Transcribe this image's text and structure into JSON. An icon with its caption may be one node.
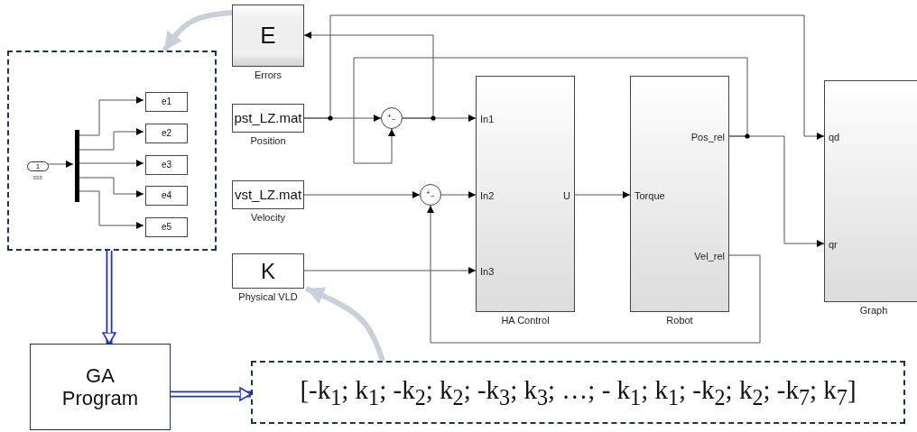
{
  "diagram": {
    "nodes": [
      {
        "text": [],
        "shape": "box"
      },
      {
        "text": [
          "1"
        ],
        "beside": [
          "sse"
        ],
        "in": 0
      },
      {
        "text": [],
        "shape": "bar",
        "in": 0
      },
      {
        "text": [
          "e1"
        ],
        "in": 0
      },
      {
        "text": [
          "e2"
        ],
        "in": 0
      },
      {
        "text": [
          "e3"
        ],
        "in": 0
      },
      {
        "text": [
          "e4"
        ],
        "in": 0
      },
      {
        "text": [
          "e5"
        ],
        "in": 0
      },
      {
        "text": [
          "E"
        ],
        "beside": [
          "Errors"
        ]
      },
      {
        "text": [
          "pst_LZ.mat"
        ],
        "beside": [
          "Position"
        ]
      },
      {
        "text": [
          "vst_LZ.mat"
        ],
        "beside": [
          "Velocity"
        ]
      },
      {
        "text": [
          "K"
        ],
        "beside": [
          "Physical VLD"
        ]
      },
      {
        "text": [
          "+",
          "−"
        ]
      },
      {
        "text": [
          "+",
          "−"
        ]
      },
      {
        "text": [
          "In1",
          "In2",
          "In3",
          "U"
        ],
        "beside": [
          "HA Control"
        ]
      },
      {
        "text": [
          "Torque",
          "Pos_rel",
          "Vel_rel"
        ],
        "beside": [
          "Robot"
        ]
      },
      {
        "text": [
          "qd",
          "qr"
        ],
        "beside": [
          "Graph"
        ]
      },
      {
        "text": [
          "GA Program"
        ]
      },
      {
        "text": [
          "[-k$_{1}$; k$_{1}$; -k$_{2}$; k$_{2}$; -k$_{3}$; k$_{3}$; …;  - k$_{1}$; k$_{1}$; -k$_{2}$; k$_{2}$; -k$_{7}$; k$_{7}$]"
        ]
      }
    ],
    "edges": [
      {
        "from": 1,
        "to": 2,
        "arrow": "to"
      },
      {
        "from": 2,
        "to": 3,
        "arrow": "to"
      },
      {
        "from": 2,
        "to": 4,
        "arrow": "to"
      },
      {
        "from": 2,
        "to": 5,
        "arrow": "to"
      },
      {
        "from": 2,
        "to": 6,
        "arrow": "to"
      },
      {
        "from": 2,
        "to": 7,
        "arrow": "to"
      },
      {
        "from": 9,
        "to": 12,
        "arrow": "to"
      },
      {
        "from": 12,
        "to": 14,
        "arrow": "to"
      },
      {
        "from": 12,
        "to": 8,
        "arrow": "to"
      },
      {
        "from": 9,
        "to": 16,
        "arrow": "to"
      },
      {
        "from": 15,
        "to": 12,
        "arrow": "to"
      },
      {
        "from": 15,
        "to": 16,
        "arrow": "to"
      },
      {
        "from": 10,
        "to": 13,
        "arrow": "to"
      },
      {
        "from": 13,
        "to": 14,
        "arrow": "to"
      },
      {
        "from": 11,
        "to": 14,
        "arrow": "to"
      },
      {
        "from": 14,
        "to": 15,
        "arrow": "to"
      },
      {
        "from": 15,
        "to": 13,
        "arrow": "to"
      },
      {
        "from": 8,
        "to": 0,
        "arrow": "to",
        "style": "thick",
        "color": "#c9d0da"
      },
      {
        "from": 18,
        "to": 11,
        "arrow": "to",
        "style": "thick",
        "color": "#c9d0da"
      },
      {
        "from": 0,
        "to": 17,
        "arrow": "to",
        "style": "thick",
        "color": "#2233cc"
      },
      {
        "from": 17,
        "to": 18,
        "arrow": "to",
        "style": "thick",
        "color": "#2233cc"
      }
    ]
  }
}
